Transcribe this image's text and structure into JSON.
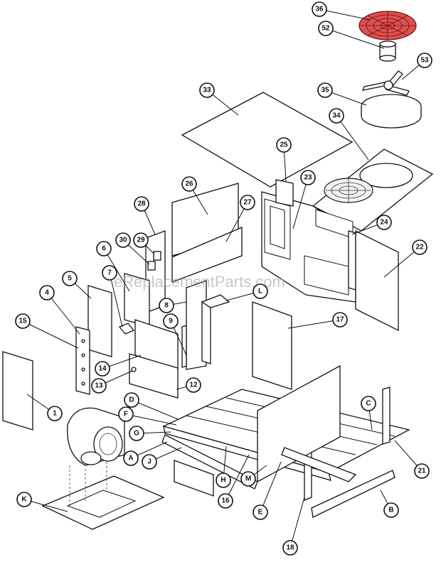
{
  "watermark": "eReplacementParts.com",
  "colors": {
    "line": "#111111",
    "fan_guard": "#cc3333",
    "background": "#ffffff",
    "watermark": "#9a9a9a"
  },
  "callouts": [
    {
      "id": "36"
    },
    {
      "id": "52"
    },
    {
      "id": "53"
    },
    {
      "id": "35"
    },
    {
      "id": "33"
    },
    {
      "id": "34"
    },
    {
      "id": "25"
    },
    {
      "id": "23"
    },
    {
      "id": "26"
    },
    {
      "id": "27"
    },
    {
      "id": "28"
    },
    {
      "id": "24"
    },
    {
      "id": "22"
    },
    {
      "id": "30"
    },
    {
      "id": "29"
    },
    {
      "id": "6"
    },
    {
      "id": "7"
    },
    {
      "id": "5"
    },
    {
      "id": "4"
    },
    {
      "id": "15"
    },
    {
      "id": "L"
    },
    {
      "id": "8"
    },
    {
      "id": "9"
    },
    {
      "id": "17"
    },
    {
      "id": "14"
    },
    {
      "id": "13"
    },
    {
      "id": "12"
    },
    {
      "id": "D"
    },
    {
      "id": "F"
    },
    {
      "id": "C"
    },
    {
      "id": "1"
    },
    {
      "id": "G"
    },
    {
      "id": "A"
    },
    {
      "id": "J"
    },
    {
      "id": "21"
    },
    {
      "id": "K"
    },
    {
      "id": "H"
    },
    {
      "id": "16"
    },
    {
      "id": "M"
    },
    {
      "id": "E"
    },
    {
      "id": "B"
    },
    {
      "id": "18"
    }
  ]
}
